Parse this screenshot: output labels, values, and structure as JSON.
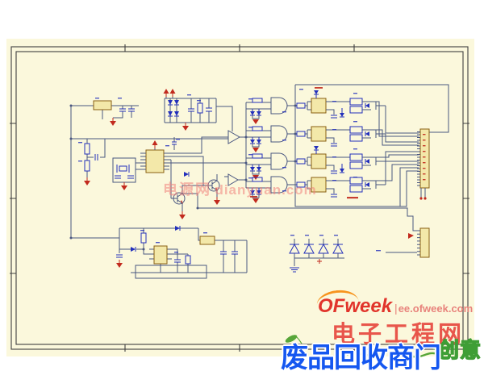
{
  "watermarks": {
    "center": {
      "cn": "电源网",
      "en": "dianyuan.com"
    },
    "ofweek": {
      "brand": "OFweek",
      "divider": "|",
      "site": "ee.ofweek.com"
    },
    "red_banner": "电子工程网",
    "blue_banner": "废品回收商门",
    "green_stamp": "创意"
  },
  "colors": {
    "page-bg": "#ffffff",
    "sheet-bg": "#fbf8dc",
    "border": "#3f3f3f",
    "wire": "#4a5780",
    "comp-fill": "#f3e8a9",
    "comp-stroke": "#8a6014",
    "blue": "#2330bb",
    "red": "#c22a1e",
    "watermark-pink": "rgba(240,128,122,0.55)",
    "ofweek-red": "#e1342b",
    "ofweek-orange": "#f7941d",
    "ofweek-site": "#e8837c",
    "banner-red": "rgba(230,72,62,0.92)",
    "banner-blue": "#1557f0",
    "stamp-green": "#3e9e35",
    "leaf-green": "#57a639"
  }
}
